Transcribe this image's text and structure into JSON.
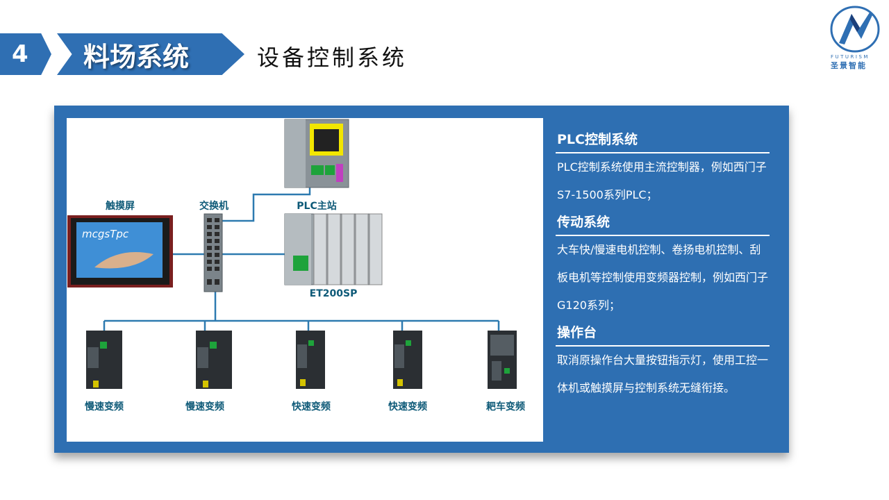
{
  "header": {
    "number": "4",
    "title": "料场系统",
    "subtitle": "设备控制系统"
  },
  "logo": {
    "en": "FUTURISM",
    "cn": "圣景智能",
    "colors": {
      "primary": "#2f6fb3",
      "dark": "#1c3f7a"
    }
  },
  "diagram": {
    "labels": {
      "touchscreen": "触摸屏",
      "switch": "交换机",
      "plc_main": "PLC主站",
      "et200sp": "ET200SP",
      "screen_brand": "mcgsTpc"
    },
    "drives": [
      {
        "label": "慢速变频"
      },
      {
        "label": "慢速变频"
      },
      {
        "label": "快速变频"
      },
      {
        "label": "快速变频"
      },
      {
        "label": "耙车变频"
      }
    ]
  },
  "info": {
    "sections": [
      {
        "title": "PLC控制系统",
        "body": "PLC控制系统使用主流控制器，例如西门子S7-1500系列PLC；"
      },
      {
        "title": "传动系统",
        "body": "大车快/慢速电机控制、卷扬电机控制、刮板电机等控制使用变频器控制，例如西门子G120系列；"
      },
      {
        "title": "操作台",
        "body": "取消原操作台大量按钮指示灯，使用工控一体机或触摸屏与控制系统无缝衔接。"
      }
    ]
  },
  "colors": {
    "accent": "#2f6fb3",
    "panel": "#2e6fb2",
    "wire": "#2d7ab0",
    "label": "#0e5a78"
  }
}
